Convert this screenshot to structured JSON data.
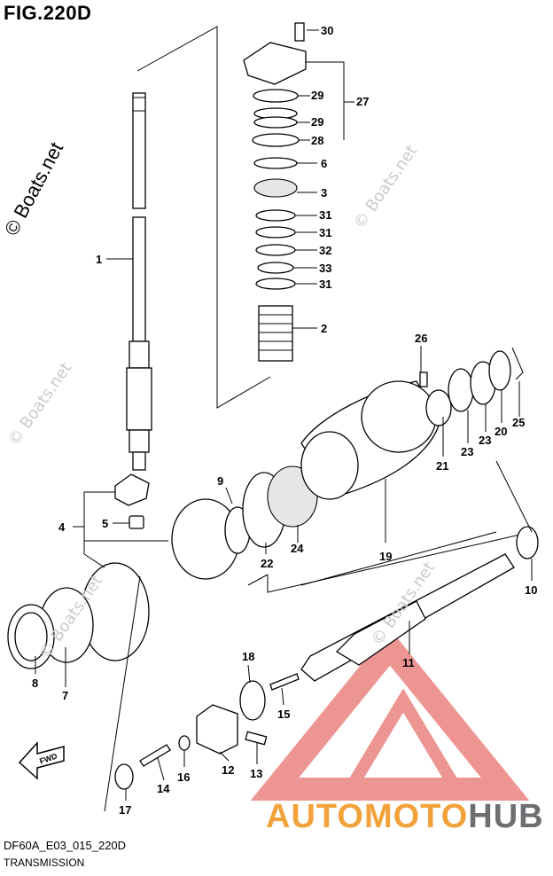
{
  "figure": {
    "title": "FIG.220D",
    "code": "DF60A_E03_015_220D",
    "section": "TRANSMISSION",
    "watermark": "© Boats.net",
    "fwd_label": "FWD"
  },
  "brand": {
    "part1": "AUTOMOTO",
    "part2": "HUB",
    "color1": "#f2a23a",
    "color2": "#6d6e71",
    "logo_color": "#e2504a"
  },
  "callouts": [
    "1",
    "2",
    "3",
    "4",
    "5",
    "6",
    "7",
    "8",
    "9",
    "10",
    "11",
    "12",
    "13",
    "14",
    "15",
    "16",
    "17",
    "18",
    "19",
    "20",
    "21",
    "22",
    "23",
    "23",
    "24",
    "25",
    "26",
    "27",
    "28",
    "29",
    "29",
    "30",
    "31",
    "31",
    "31",
    "32",
    "33"
  ]
}
